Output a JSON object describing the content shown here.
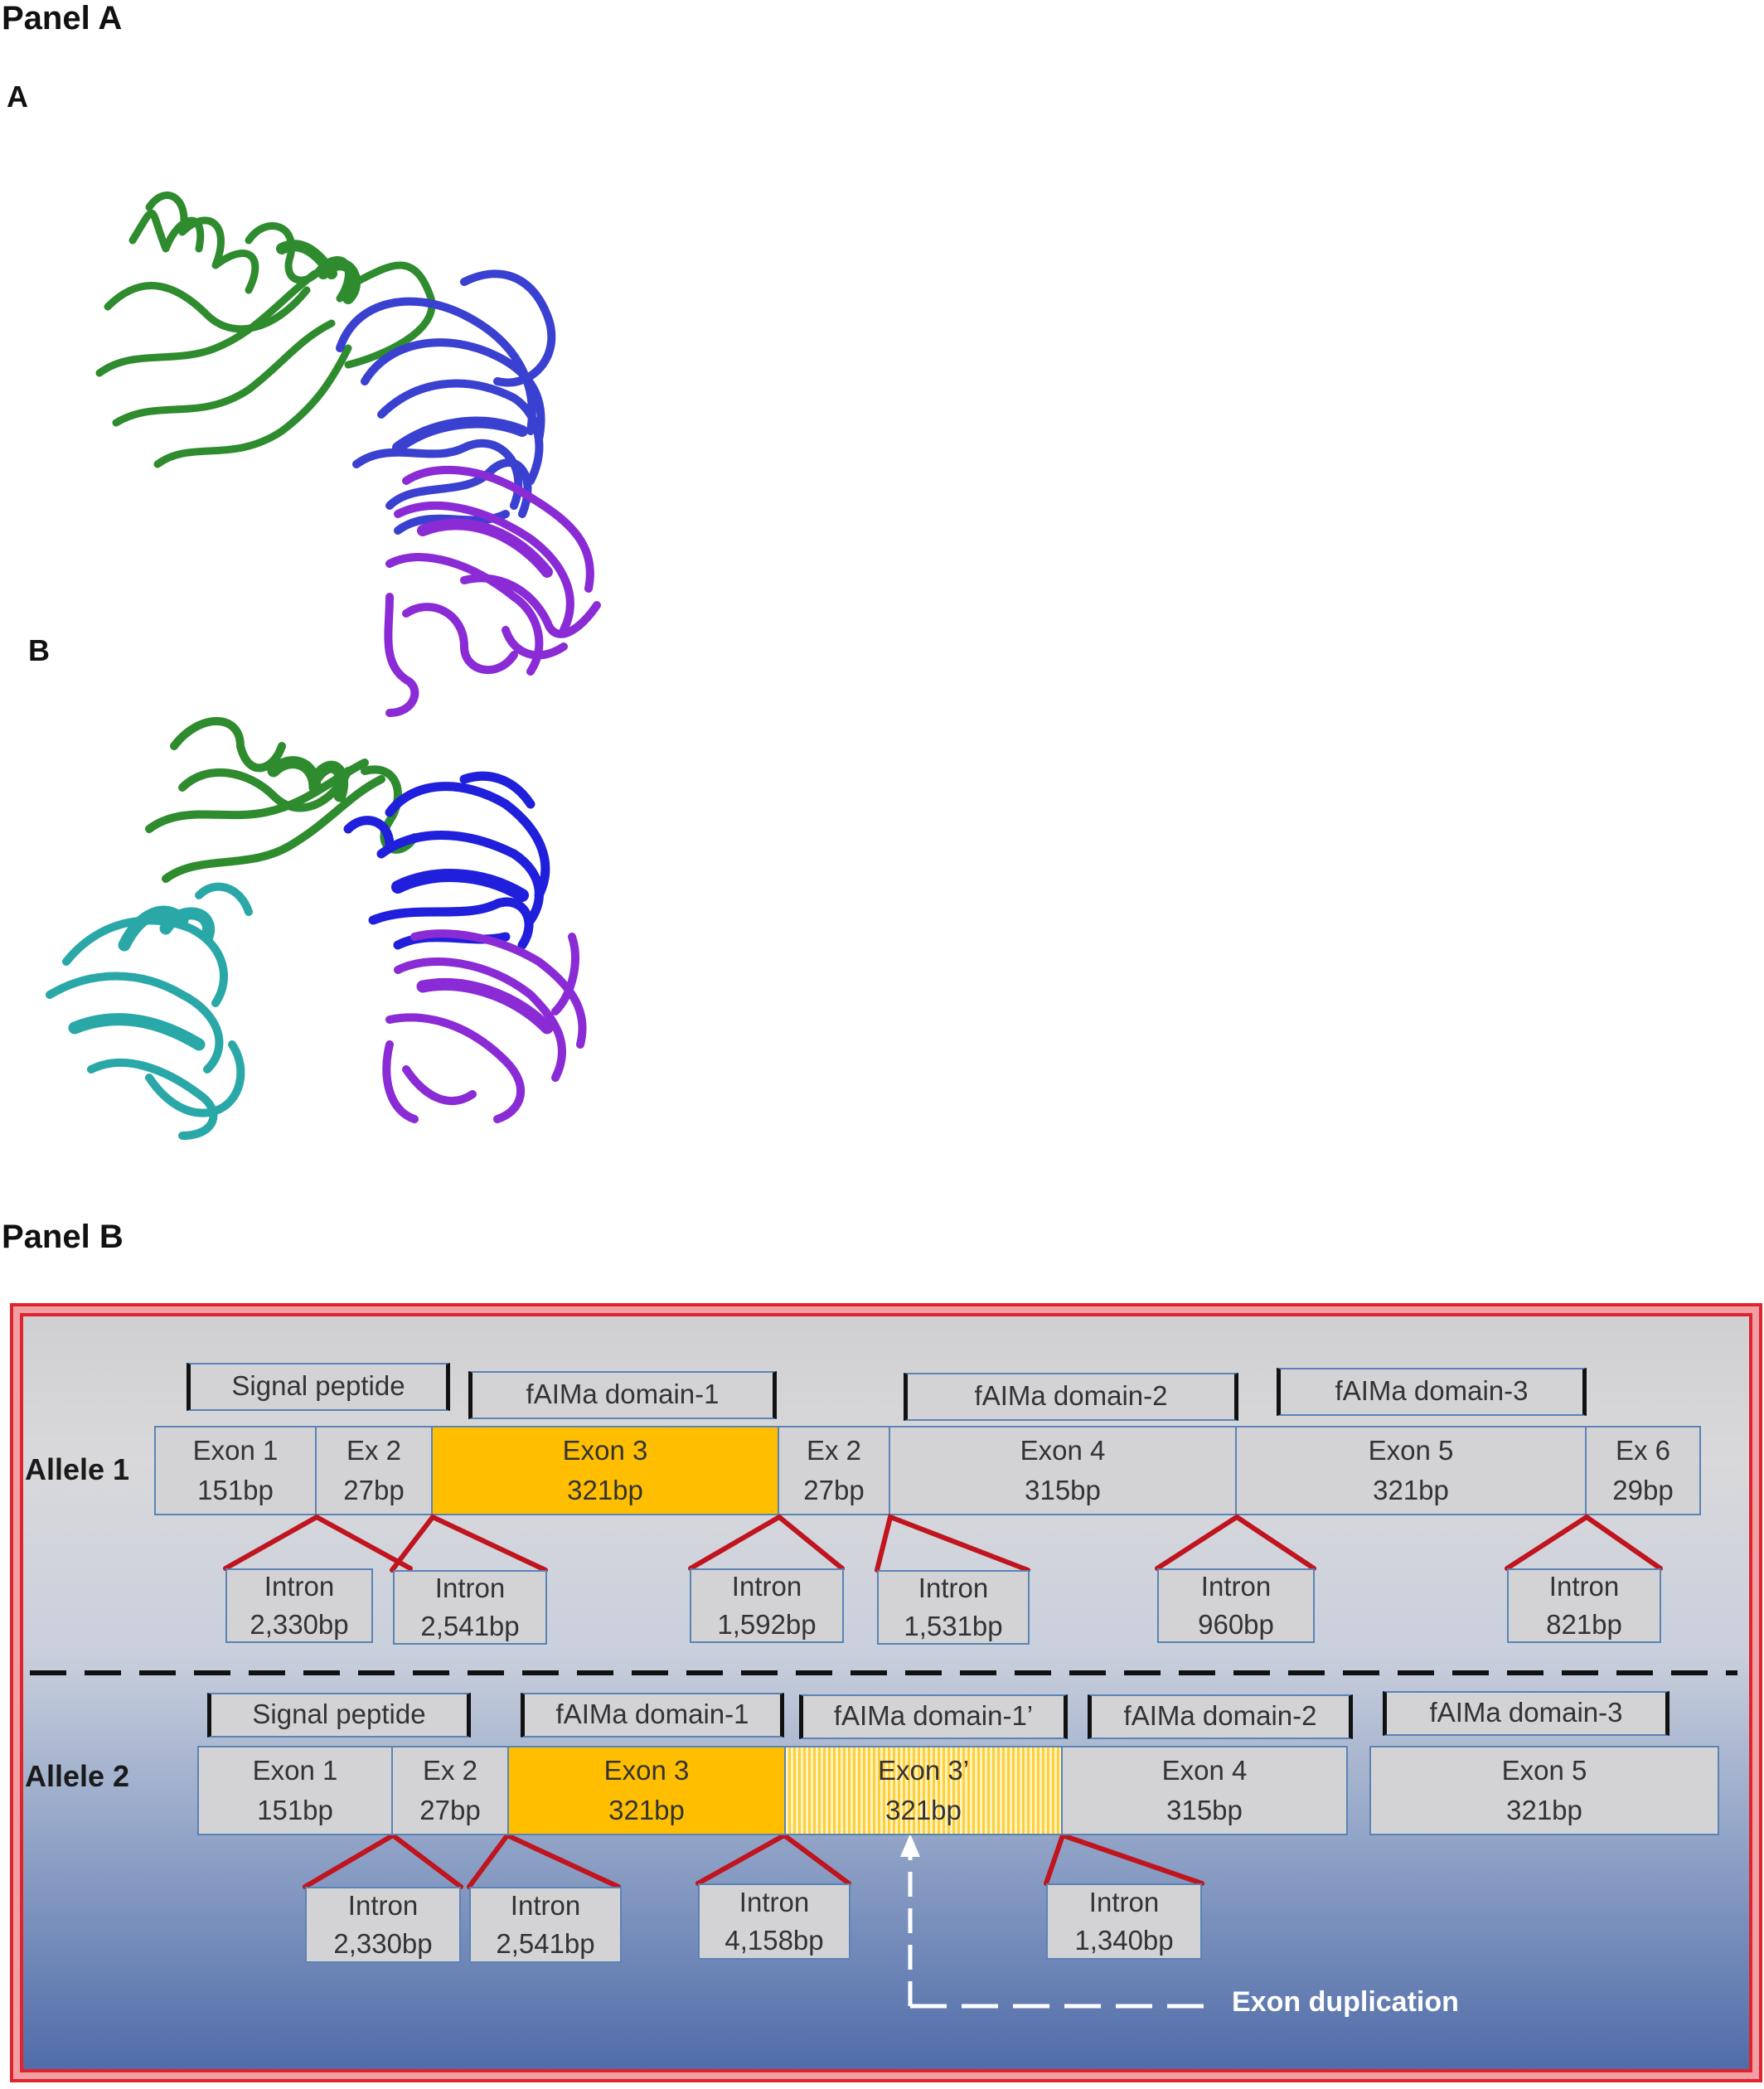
{
  "panel_a": {
    "title": "Panel A",
    "sub_a": "A",
    "sub_b": "B",
    "structure_colors": {
      "green": "#2e8b2e",
      "blue": "#3a40d0",
      "purple": "#8a2bd6",
      "cyan": "#2aa8a8"
    }
  },
  "panel_b": {
    "title": "Panel B",
    "allele1": {
      "label": "Allele 1",
      "domains": [
        "Signal peptide",
        "fAIMa domain-1",
        "fAIMa domain-2",
        "fAIMa domain-3"
      ],
      "exons": [
        {
          "name": "Exon 1",
          "size": "151bp"
        },
        {
          "name": "Ex 2",
          "size": "27bp"
        },
        {
          "name": "Exon 3",
          "size": "321bp"
        },
        {
          "name": "Ex 2",
          "size": "27bp"
        },
        {
          "name": "Exon 4",
          "size": "315bp"
        },
        {
          "name": "Exon 5",
          "size": "321bp"
        },
        {
          "name": "Ex 6",
          "size": "29bp"
        }
      ],
      "introns": [
        {
          "name": "Intron",
          "size": "2,330bp"
        },
        {
          "name": "Intron",
          "size": "2,541bp"
        },
        {
          "name": "Intron",
          "size": "1,592bp"
        },
        {
          "name": "Intron",
          "size": "1,531bp"
        },
        {
          "name": "Intron",
          "size": "960bp"
        },
        {
          "name": "Intron",
          "size": "821bp"
        }
      ]
    },
    "allele2": {
      "label": "Allele 2",
      "domains": [
        "Signal peptide",
        "fAIMa domain-1",
        "fAIMa domain-1’",
        "fAIMa domain-2",
        "fAIMa domain-3"
      ],
      "exons": [
        {
          "name": "Exon 1",
          "size": "151bp"
        },
        {
          "name": "Ex 2",
          "size": "27bp"
        },
        {
          "name": "Exon 3",
          "size": "321bp"
        },
        {
          "name": "Exon 3’",
          "size": "321bp"
        },
        {
          "name": "Exon 4",
          "size": "315bp"
        },
        {
          "name": "Exon 5",
          "size": "321bp"
        }
      ],
      "introns": [
        {
          "name": "Intron",
          "size": "2,330bp"
        },
        {
          "name": "Intron",
          "size": "2,541bp"
        },
        {
          "name": "Intron",
          "size": "4,158bp"
        },
        {
          "name": "Intron",
          "size": "1,340bp"
        }
      ]
    },
    "duplication_label": "Exon duplication",
    "colors": {
      "exon": "#d3d3d6",
      "exon_highlight": "#ffbf00",
      "border": "#5a84b3",
      "intron_line": "#c0141e",
      "frame": "#e0242c"
    }
  }
}
